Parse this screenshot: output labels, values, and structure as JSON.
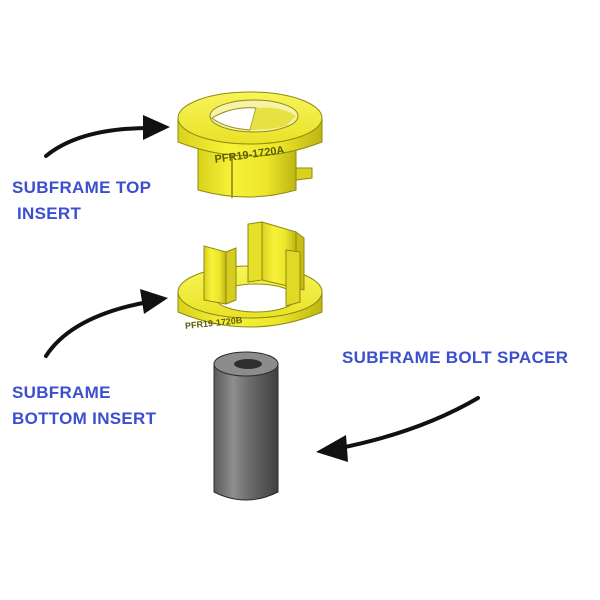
{
  "colors": {
    "label": "#3b4fcf",
    "insert_yellow": "#f2ec2a",
    "insert_shadow": "#c9c217",
    "spacer_gray": "#6e6e6e",
    "arrow": "#111111"
  },
  "labels": {
    "top_insert": [
      "SUBFRAME TOP",
      " INSERT"
    ],
    "bottom_insert": [
      "SUBFRAME",
      "BOTTOM INSERT"
    ],
    "bolt_spacer": "SUBFRAME BOLT SPACER"
  },
  "part_markings": {
    "top_insert": "PFR19-1720A",
    "bottom_insert": "PFR19-1720B"
  },
  "icons": [
    "curved-arrow-icon",
    "curved-arrow-icon",
    "curved-arrow-icon"
  ]
}
